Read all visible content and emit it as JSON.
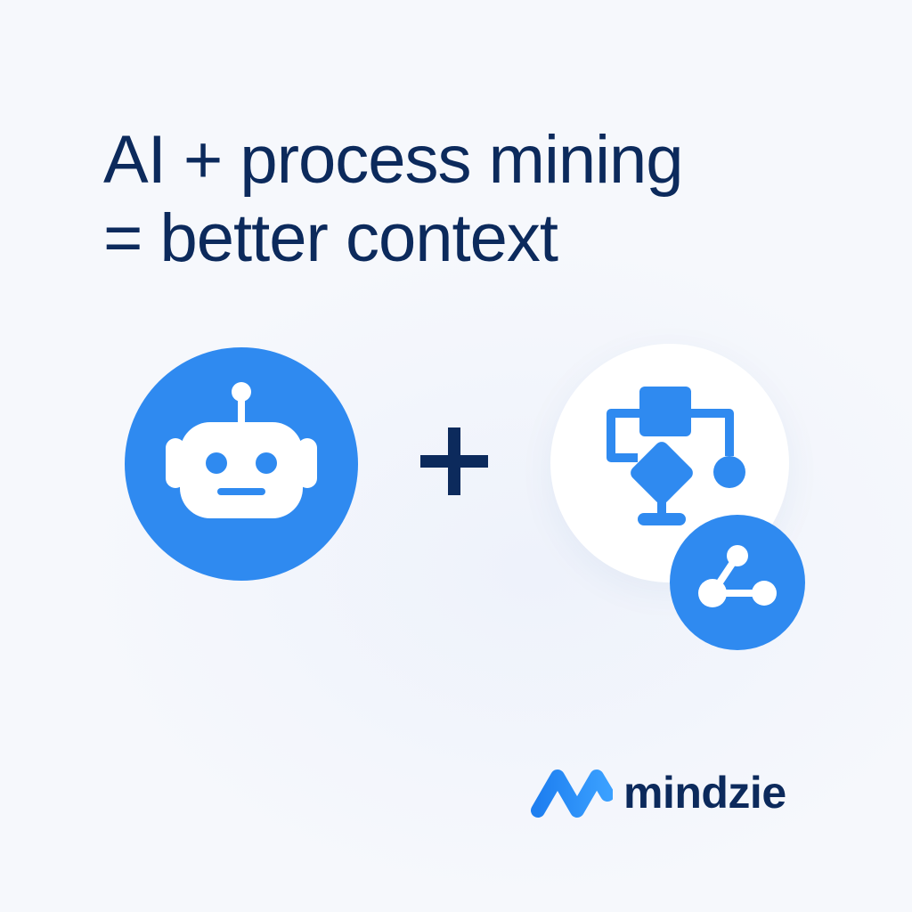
{
  "headline": {
    "line1": "AI + process mining",
    "line2": "= better context"
  },
  "icons": {
    "ai": "robot-icon",
    "operator": "plus-icon",
    "process": "process-flow-icon",
    "connector": "share-nodes-icon",
    "brand": "mindzie-logo-icon"
  },
  "brand": {
    "name": "mindzie"
  },
  "colors": {
    "accent_blue": "#2f8af0",
    "navy_text": "#0c2a5c",
    "background": "#f6f8fc",
    "badge_white": "#ffffff"
  }
}
